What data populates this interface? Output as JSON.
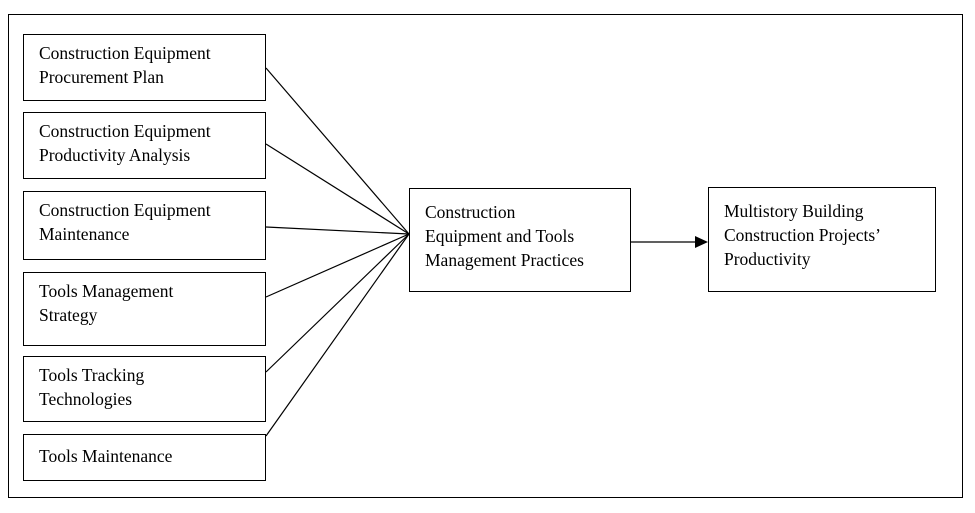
{
  "diagram": {
    "factors": [
      "Construction Equipment\nProcurement Plan",
      "Construction Equipment\nProductivity Analysis",
      "Construction Equipment\nMaintenance",
      "Tools Management\nStrategy",
      "Tools Tracking\nTechnologies",
      "Tools Maintenance"
    ],
    "center": "Construction\nEquipment and Tools\nManagement Practices",
    "outcome": "Multistory Building\nConstruction Projects’\nProductivity"
  }
}
